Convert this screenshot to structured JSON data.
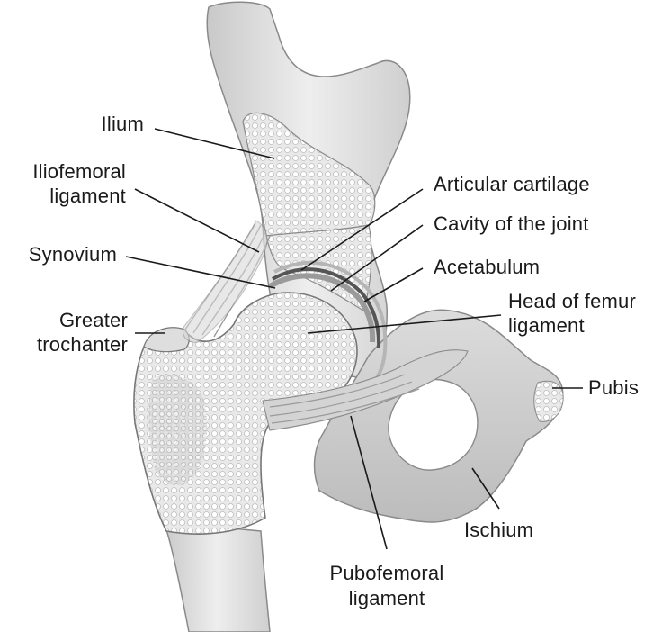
{
  "labels": {
    "ilium": "Ilium",
    "iliofemoral_1": "Iliofemoral",
    "iliofemoral_2": "ligament",
    "synovium": "Synovium",
    "greater_1": "Greater",
    "greater_2": "trochanter",
    "articular": "Articular cartilage",
    "cavity": "Cavity of the joint",
    "acetabulum": "Acetabulum",
    "head_1": "Head of femur",
    "head_2": "ligament",
    "pubis": "Pubis",
    "ischium": "Ischium",
    "pubofemoral_1": "Pubofemoral",
    "pubofemoral_2": "ligament"
  }
}
